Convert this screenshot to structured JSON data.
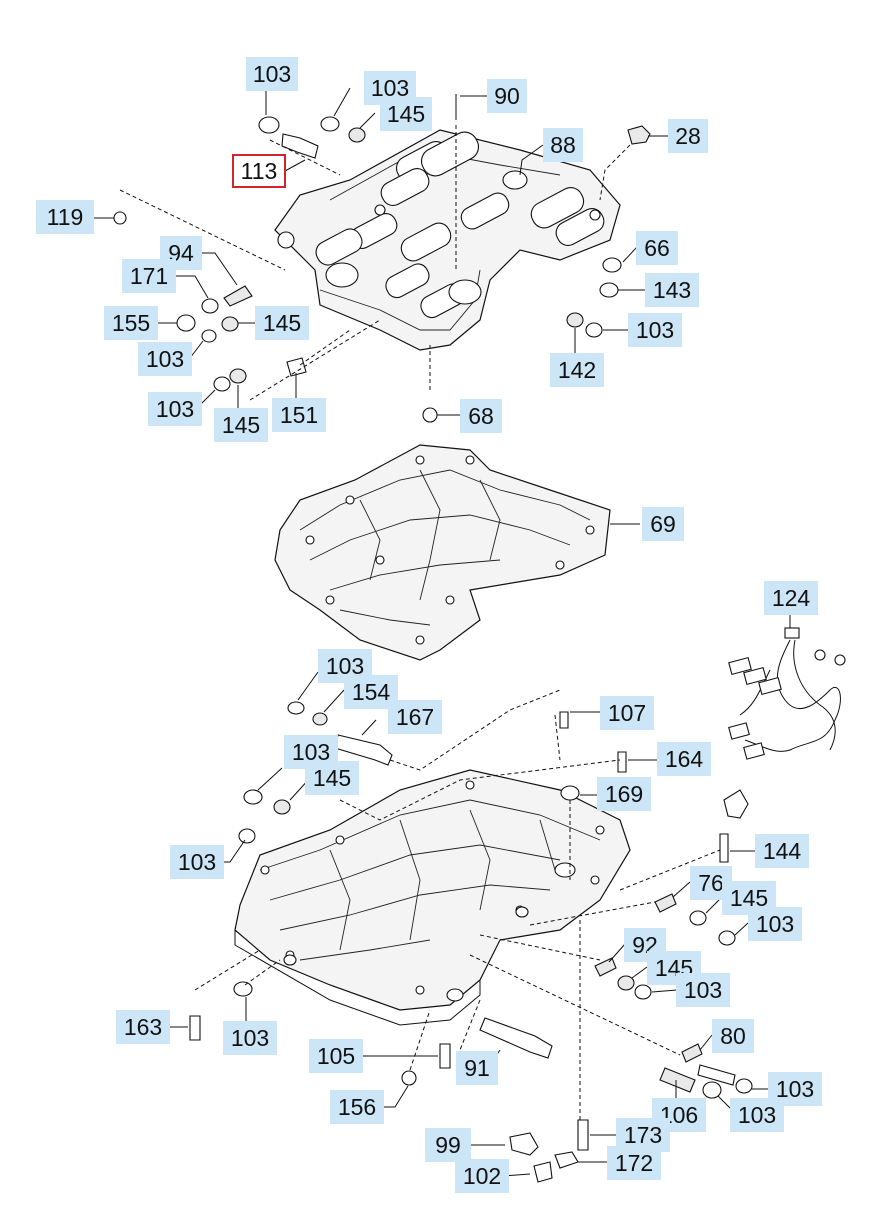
{
  "diagram": {
    "labels": [
      {
        "id": "l103a",
        "text": "103"
      },
      {
        "id": "l103b",
        "text": "103"
      },
      {
        "id": "l145a",
        "text": "145"
      },
      {
        "id": "l90",
        "text": "90"
      },
      {
        "id": "l113",
        "text": "113",
        "selected": true
      },
      {
        "id": "l88",
        "text": "88"
      },
      {
        "id": "l28",
        "text": "28"
      },
      {
        "id": "l119",
        "text": "119"
      },
      {
        "id": "l94",
        "text": "94"
      },
      {
        "id": "l66",
        "text": "66"
      },
      {
        "id": "l171",
        "text": "171"
      },
      {
        "id": "l143",
        "text": "143"
      },
      {
        "id": "l155",
        "text": "155"
      },
      {
        "id": "l145b",
        "text": "145"
      },
      {
        "id": "l103c",
        "text": "103"
      },
      {
        "id": "l103d",
        "text": "103"
      },
      {
        "id": "l142",
        "text": "142"
      },
      {
        "id": "l103e",
        "text": "103"
      },
      {
        "id": "l145c",
        "text": "145"
      },
      {
        "id": "l151",
        "text": "151"
      },
      {
        "id": "l68",
        "text": "68"
      },
      {
        "id": "l69",
        "text": "69"
      },
      {
        "id": "l124",
        "text": "124"
      },
      {
        "id": "l103f",
        "text": "103"
      },
      {
        "id": "l154",
        "text": "154"
      },
      {
        "id": "l167",
        "text": "167"
      },
      {
        "id": "l107",
        "text": "107"
      },
      {
        "id": "l103g",
        "text": "103"
      },
      {
        "id": "l164",
        "text": "164"
      },
      {
        "id": "l145d",
        "text": "145"
      },
      {
        "id": "l169",
        "text": "169"
      },
      {
        "id": "l144",
        "text": "144"
      },
      {
        "id": "l103h",
        "text": "103"
      },
      {
        "id": "l76",
        "text": "76"
      },
      {
        "id": "l145e",
        "text": "145"
      },
      {
        "id": "l103i",
        "text": "103"
      },
      {
        "id": "l92",
        "text": "92"
      },
      {
        "id": "l145f",
        "text": "145"
      },
      {
        "id": "l103j",
        "text": "103"
      },
      {
        "id": "l163",
        "text": "163"
      },
      {
        "id": "l103k",
        "text": "103"
      },
      {
        "id": "l80",
        "text": "80"
      },
      {
        "id": "l105",
        "text": "105"
      },
      {
        "id": "l91",
        "text": "91"
      },
      {
        "id": "l103l",
        "text": "103"
      },
      {
        "id": "l106",
        "text": "106"
      },
      {
        "id": "l103m",
        "text": "103"
      },
      {
        "id": "l156",
        "text": "156"
      },
      {
        "id": "l173",
        "text": "173"
      },
      {
        "id": "l99",
        "text": "99"
      },
      {
        "id": "l172",
        "text": "172"
      },
      {
        "id": "l102",
        "text": "102"
      }
    ],
    "colors": {
      "callout_fill": "#cde6f7",
      "selected_border": "#d0262b",
      "line": "#111111"
    }
  }
}
